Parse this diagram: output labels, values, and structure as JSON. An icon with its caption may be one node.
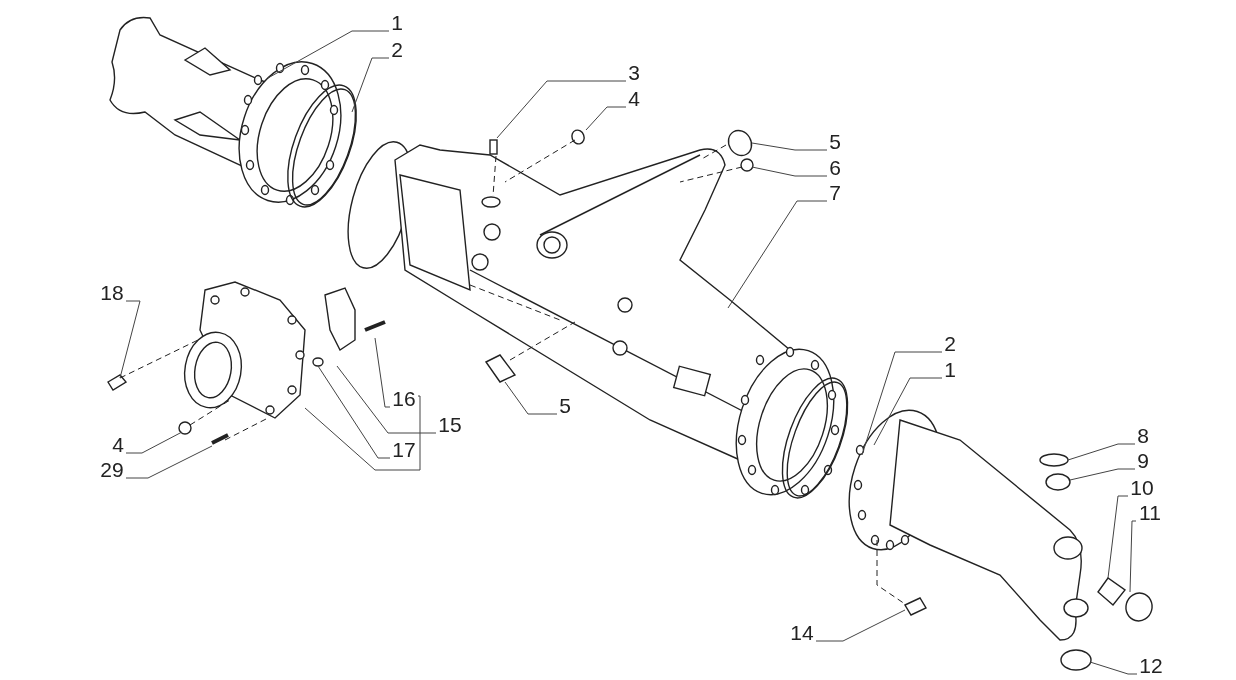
{
  "diagram": {
    "nodes": [
      {
        "text": [
          "1"
        ]
      },
      {
        "text": [
          "2"
        ]
      },
      {
        "text": [
          "3"
        ]
      },
      {
        "text": [
          "4"
        ]
      },
      {
        "text": [
          "5"
        ]
      },
      {
        "text": [
          "6"
        ]
      },
      {
        "text": [
          "7"
        ]
      },
      {
        "text": [
          "18"
        ]
      },
      {
        "text": [
          "4"
        ]
      },
      {
        "text": [
          "29"
        ]
      },
      {
        "text": [
          "16"
        ]
      },
      {
        "text": [
          "15"
        ]
      },
      {
        "text": [
          "17"
        ]
      },
      {
        "text": [
          "5"
        ]
      },
      {
        "text": [
          "2"
        ]
      },
      {
        "text": [
          "1"
        ]
      },
      {
        "text": [
          "8"
        ]
      },
      {
        "text": [
          "9"
        ]
      },
      {
        "text": [
          "10"
        ]
      },
      {
        "text": [
          "11"
        ]
      },
      {
        "text": [
          "14"
        ]
      },
      {
        "text": [
          "12"
        ]
      }
    ],
    "edges": [
      {
        "from": 0,
        "to": null,
        "arrow": "none"
      },
      {
        "from": 1,
        "to": null,
        "arrow": "none"
      },
      {
        "from": 2,
        "to": null,
        "arrow": "none"
      },
      {
        "from": 3,
        "to": null,
        "arrow": "none"
      },
      {
        "from": 4,
        "to": null,
        "arrow": "none"
      },
      {
        "from": 5,
        "to": null,
        "arrow": "none"
      },
      {
        "from": 6,
        "to": null,
        "arrow": "none"
      },
      {
        "from": 7,
        "to": null,
        "arrow": "none"
      },
      {
        "from": 8,
        "to": null,
        "arrow": "none"
      },
      {
        "from": 9,
        "to": null,
        "arrow": "none"
      },
      {
        "from": 10,
        "to": null,
        "arrow": "none"
      },
      {
        "from": 11,
        "to": null,
        "arrow": "none"
      },
      {
        "from": 12,
        "to": null,
        "arrow": "none"
      },
      {
        "from": 13,
        "to": null,
        "arrow": "none"
      },
      {
        "from": 14,
        "to": null,
        "arrow": "none"
      },
      {
        "from": 15,
        "to": null,
        "arrow": "none"
      },
      {
        "from": 16,
        "to": null,
        "arrow": "none"
      },
      {
        "from": 17,
        "to": null,
        "arrow": "none"
      },
      {
        "from": 18,
        "to": null,
        "arrow": "none"
      },
      {
        "from": 19,
        "to": null,
        "arrow": "none"
      },
      {
        "from": 20,
        "to": null,
        "arrow": "none"
      },
      {
        "from": 21,
        "to": null,
        "arrow": "none"
      },
      {
        "from": 10,
        "to": null,
        "arrow": "none"
      }
    ]
  }
}
